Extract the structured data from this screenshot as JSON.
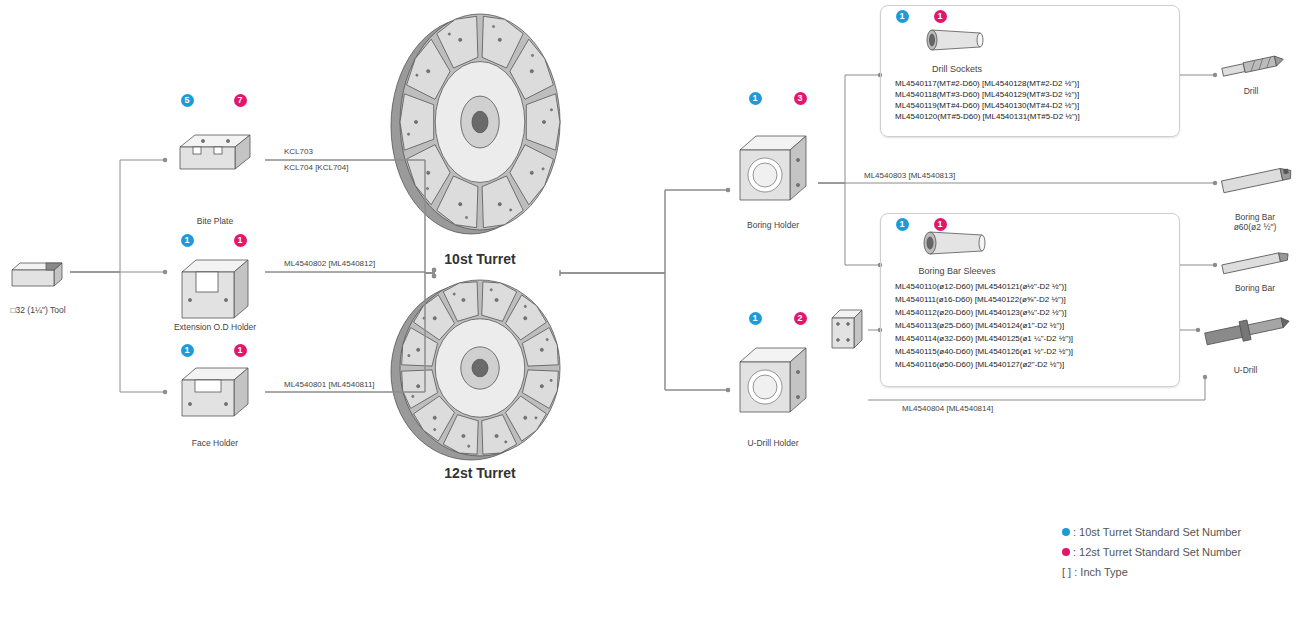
{
  "diagram": {
    "nodes": [
      {
        "text": [
          "□32 (1¼\") Tool"
        ]
      },
      {
        "text": [
          "Bite Plate"
        ]
      },
      {
        "text": [
          "Extension O.D Holder"
        ]
      },
      {
        "text": [
          "Face Holder"
        ]
      },
      {
        "text": [
          "10st Turret"
        ]
      },
      {
        "text": [
          "12st Turret"
        ]
      },
      {
        "text": [
          "Boring Holder"
        ]
      },
      {
        "text": [
          "U-Drill Holder"
        ]
      },
      {
        "text": [
          "Drill Sockets",
          "ML4540117(MT#2-D60) [ML4540128(MT#2-D2 ½\")]",
          "ML4540118(MT#3-D60) [ML4540129(MT#3-D2 ½\")]",
          "ML4540119(MT#4-D60) [ML4540130(MT#4-D2 ½\")]",
          "ML4540120(MT#5-D60) [ML4540131(MT#5-D2 ½\")]"
        ]
      },
      {
        "text": [
          "Boring Bar Sleeves",
          "ML4540110(ø12-D60) [ML4540121(ø½\"-D2 ½\")]",
          "ML4540111(ø16-D60) [ML4540122(ø⅝\"-D2 ½\")]",
          "ML4540112(ø20-D60) [ML4540123(ø¾\"-D2 ½\")]",
          "ML4540113(ø25-D60) [ML4540124(ø1\"-D2 ½\")]",
          "ML4540114(ø32-D60) [ML4540125(ø1 ¼\"-D2 ½\")]",
          "ML4540115(ø40-D60) [ML4540126(ø1 ½\"-D2 ½\")]",
          "ML4540116(ø50-D60) [ML4540127(ø2\"-D2 ½\")]"
        ]
      },
      {
        "text": [
          "Drill"
        ]
      },
      {
        "text": [
          "Boring Bar ø60(ø2 ½\")"
        ]
      },
      {
        "text": [
          "Boring Bar"
        ]
      },
      {
        "text": [
          "U-Drill"
        ]
      }
    ],
    "edges": [
      {
        "from": 0,
        "to": 1,
        "arrow": "none"
      },
      {
        "from": 0,
        "to": 2,
        "arrow": "none"
      },
      {
        "from": 0,
        "to": 3,
        "arrow": "none"
      },
      {
        "from": 1,
        "to": 4,
        "label": "KCL703",
        "arrow": "none"
      },
      {
        "from": 1,
        "to": 5,
        "arrow": "none"
      },
      {
        "from": 2,
        "to": 4,
        "label": "ML4540802 [ML4540812]",
        "arrow": "none"
      },
      {
        "from": 2,
        "to": 5,
        "arrow": "none"
      },
      {
        "from": 3,
        "to": 4,
        "label": "ML4540801 [ML4540811]",
        "arrow": "none"
      },
      {
        "from": 3,
        "to": 5,
        "arrow": "none"
      },
      {
        "from": 4,
        "to": 6,
        "arrow": "none"
      },
      {
        "from": 5,
        "to": 6,
        "arrow": "none"
      },
      {
        "from": 4,
        "to": 7,
        "arrow": "none"
      },
      {
        "from": 5,
        "to": 7,
        "arrow": "none"
      },
      {
        "from": 6,
        "to": 8,
        "arrow": "none"
      },
      {
        "from": 6,
        "to": 9,
        "arrow": "none"
      },
      {
        "from": 6,
        "to": 11,
        "label": "ML4540803 [ML4540813]",
        "arrow": "none"
      },
      {
        "from": 8,
        "to": 10,
        "arrow": "none"
      },
      {
        "from": 9,
        "to": 12,
        "arrow": "none"
      },
      {
        "from": 7,
        "to": 9,
        "arrow": "none"
      },
      {
        "from": 9,
        "to": 13,
        "arrow": "none"
      },
      {
        "from": 7,
        "to": 13,
        "label": "ML4540804 [ML4540814]",
        "arrow": "none"
      }
    ],
    "labels": [
      "KCL704 [KCL704]",
      "1",
      "1",
      "5",
      "7",
      "1",
      "3",
      "1",
      "1",
      "1",
      "1",
      "1",
      "1",
      "1",
      "2"
    ],
    "legend": [
      {
        "text": ": 10st Turret Standard Set Number",
        "color": "#1e9bd7"
      },
      {
        "text": ": 12st Turret Standard Set Number",
        "color": "#e5156d"
      },
      {
        "text": "[ ] : Inch Type"
      }
    ]
  }
}
